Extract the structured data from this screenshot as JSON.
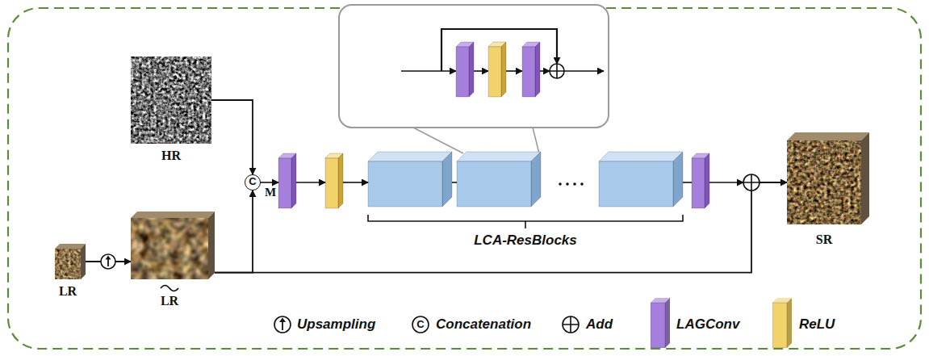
{
  "diagram": {
    "nodes": [
      {
        "text": [
          "HR"
        ]
      },
      {
        "text": [
          "LR"
        ]
      },
      {
        "text": [
          "LR"
        ]
      },
      {
        "text": [
          "C"
        ]
      },
      {
        "text": [
          "SR"
        ]
      }
    ],
    "edges": [
      {
        "from": 1,
        "to": 2,
        "arrow": "to"
      },
      {
        "from": 0,
        "to": 3,
        "arrow": "to"
      },
      {
        "from": 2,
        "to": 3,
        "arrow": "to"
      },
      {
        "from": 2,
        "to": 4,
        "arrow": "to"
      }
    ],
    "labels": [
      "M",
      "LCA-ResBlocks",
      "C"
    ],
    "legend": [
      {
        "text": "Upsampling"
      },
      {
        "text": "Concatenation"
      },
      {
        "text": "Add"
      },
      {
        "text": "LAGConv",
        "color": "#a67fdc"
      },
      {
        "text": "ReLU",
        "color": "#f2d26b"
      }
    ]
  }
}
